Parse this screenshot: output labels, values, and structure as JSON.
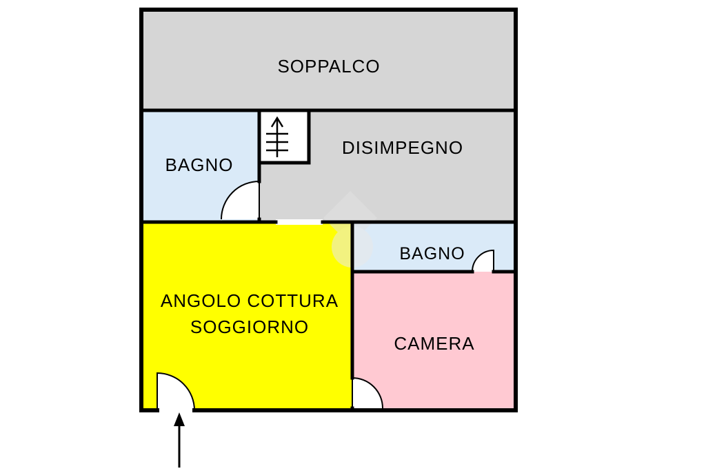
{
  "floorplan": {
    "rooms": {
      "soppalco": {
        "label": "SOPPALCO",
        "color": "#d6d6d6"
      },
      "bagno_top": {
        "label": "BAGNO",
        "color": "#daeaf8"
      },
      "disimpegno": {
        "label": "DISIMPEGNO",
        "color": "#d6d6d6"
      },
      "soggiorno": {
        "label_line1": "ANGOLO COTTURA",
        "label_line2": "SOGGIORNO",
        "color": "#ffff00"
      },
      "bagno_right": {
        "label": "BAGNO",
        "color": "#daeaf8"
      },
      "camera": {
        "label": "CAMERA",
        "color": "#ffc9d2"
      }
    },
    "colors": {
      "wall": "#000000",
      "background": "#ffffff",
      "stairwell": "#ffffff",
      "door": "#000000",
      "watermark": "#e2e2e2"
    }
  }
}
